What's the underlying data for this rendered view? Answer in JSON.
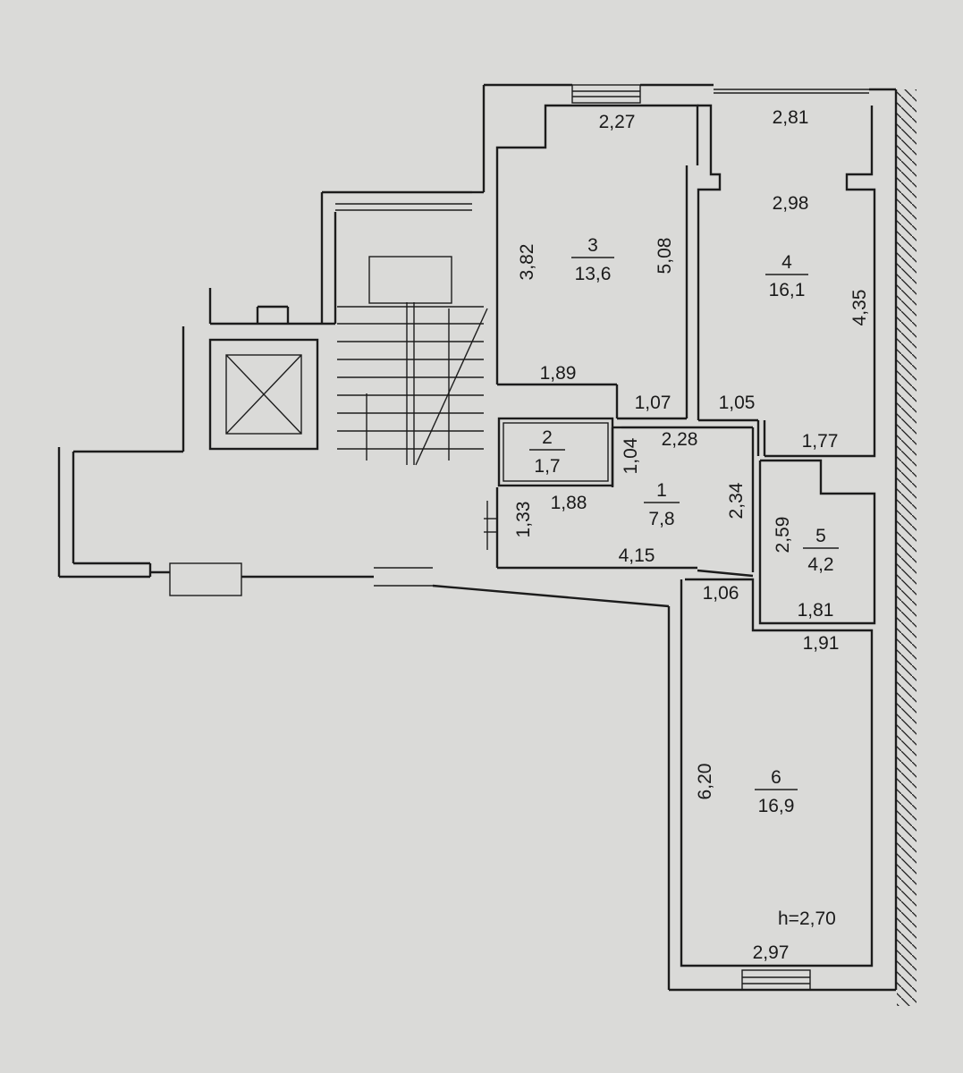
{
  "rooms": [
    {
      "id": "1",
      "number": "1",
      "area": "7,8"
    },
    {
      "id": "2",
      "number": "2",
      "area": "1,7"
    },
    {
      "id": "3",
      "number": "3",
      "area": "13,6"
    },
    {
      "id": "4",
      "number": "4",
      "area": "16,1"
    },
    {
      "id": "5",
      "number": "5",
      "area": "4,2"
    },
    {
      "id": "6",
      "number": "6",
      "area": "16,9"
    }
  ],
  "dimensions": {
    "r3_top": "2,27",
    "r3_left": "3,82",
    "r3_right": "5,08",
    "r3_bottom": "1,89",
    "r4_top": "2,81",
    "r4_mid": "2,98",
    "r4_right": "4,35",
    "r4_bottom": "1,77",
    "corridor_a": "1,07",
    "corridor_b": "1,05",
    "hall_top": "2,28",
    "hall_left_v": "1,04",
    "r2_bottom": "1,88",
    "hall_left_low": "1,33",
    "hall_right": "2,34",
    "hall_bottom": "4,15",
    "r5_left": "2,59",
    "r5_bottom": "1,81",
    "r6_opening": "1,06",
    "r6_top": "1,91",
    "r6_left": "6,20",
    "r6_bottom": "2,97"
  },
  "ceiling_height": "h=2,70"
}
